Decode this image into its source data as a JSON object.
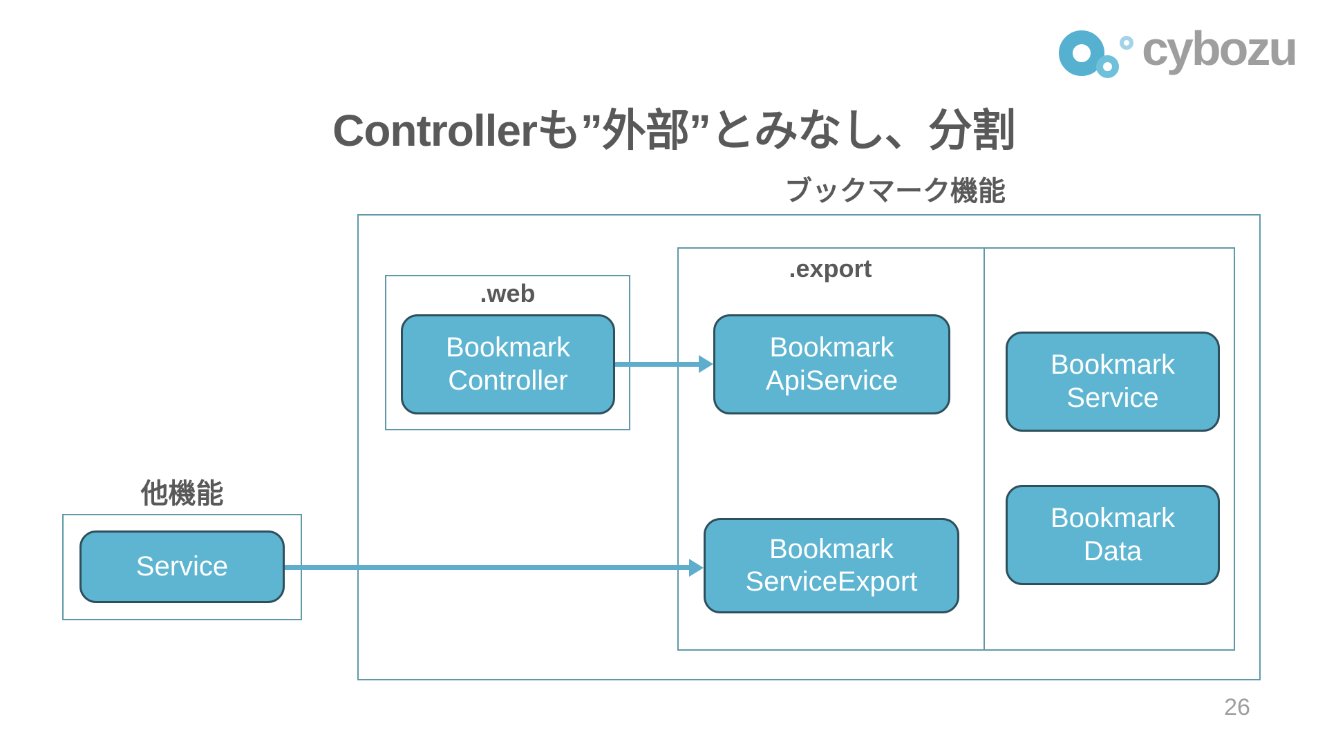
{
  "slide": {
    "title": "Controllerも”外部”とみなし、分割",
    "page_number": "26"
  },
  "logo": {
    "text": "cybozu"
  },
  "diagram": {
    "feature_box_label": "ブックマーク機能",
    "other_box_label": "他機能",
    "web_package_label": ".web",
    "export_package_label": ".export",
    "nodes": {
      "bookmark_controller": {
        "label": "Bookmark\nController"
      },
      "bookmark_api_service": {
        "label": "Bookmark\nApiService"
      },
      "bookmark_service_export": {
        "label": "Bookmark\nServiceExport"
      },
      "bookmark_service": {
        "label": "Bookmark\nService"
      },
      "bookmark_data": {
        "label": "Bookmark\nData"
      },
      "service": {
        "label": "Service"
      }
    },
    "arrows": [
      {
        "from": "Bookmark Controller",
        "to": "Bookmark ApiService"
      },
      {
        "from": "Service",
        "to": "Bookmark ServiceExport"
      }
    ],
    "colors": {
      "node_fill": "#5db5d1",
      "node_border": "#2e4f5c",
      "node_text": "#ffffff",
      "frame_border": "#5f99a9",
      "arrow": "#5fadcd",
      "heading_text": "#595959",
      "logo_text": "#9e9e9e"
    }
  }
}
